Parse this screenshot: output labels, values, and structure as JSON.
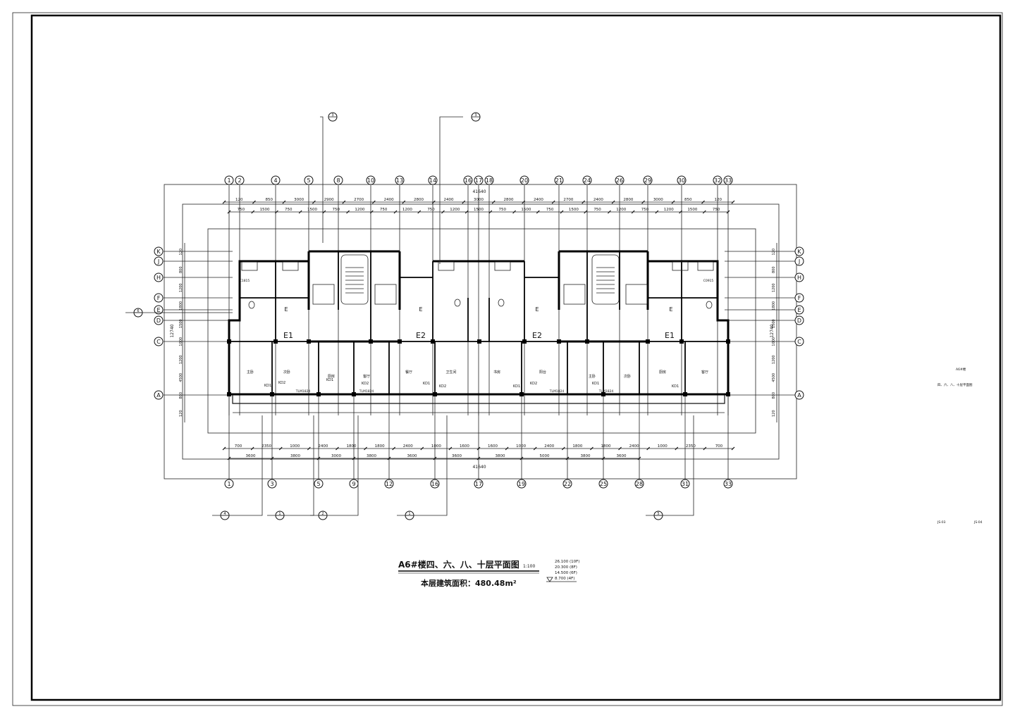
{
  "drawing": {
    "title": "A6#楼四、六、八、十层平面图",
    "scale": "1:100",
    "area_label": "本层建筑面积：480.48m²",
    "elevations": [
      "26.100 (10F)",
      "20.300 (8F)",
      "14.500 (6F)",
      "8.700 (4F)"
    ],
    "overall_width_top": "41640",
    "overall_width_bottom": "41640",
    "title_block_name": "A6#楼",
    "title_block_sheet": "四、六、八、十层平面图",
    "title_block_code": "JS-03",
    "title_block_no": "JS-04"
  },
  "axes": {
    "top": [
      "1",
      "2",
      "4",
      "5",
      "8",
      "10",
      "13",
      "14",
      "16",
      "17",
      "18",
      "20",
      "21",
      "24",
      "26",
      "29",
      "30",
      "32",
      "33"
    ],
    "bottom": [
      "1",
      "3",
      "5",
      "9",
      "12",
      "16",
      "17",
      "19",
      "22",
      "25",
      "28",
      "31",
      "33"
    ],
    "rows": [
      "K",
      "J",
      "H",
      "F",
      "E",
      "D",
      "C",
      "A"
    ]
  },
  "dims": {
    "top_row1": [
      "120",
      "850",
      "3000",
      "2900",
      "2700",
      "2400",
      "2800",
      "2400",
      "3000",
      "2800",
      "2400",
      "2700",
      "2400",
      "2800",
      "3000",
      "850",
      "120"
    ],
    "top_row2": [
      "750",
      "1500",
      "750",
      "1500",
      "750",
      "1200",
      "750",
      "1200",
      "750",
      "1200",
      "1500",
      "750",
      "1500",
      "750",
      "1500",
      "750",
      "1200",
      "750",
      "1200",
      "1500",
      "750"
    ],
    "bottom_row1": [
      "700",
      "2350",
      "1000",
      "2400",
      "1800",
      "1800",
      "2400",
      "1000",
      "1600",
      "1600",
      "1000",
      "2400",
      "1800",
      "1800",
      "2400",
      "1000",
      "2350",
      "700"
    ],
    "bottom_row2": [
      "3600",
      "3800",
      "3000",
      "3800",
      "3600",
      "3600",
      "3800",
      "5000",
      "3800",
      "3600"
    ],
    "left": [
      "120",
      "800",
      "1200",
      "1800",
      "1500",
      "1000",
      "1200",
      "4500",
      "800",
      "120"
    ],
    "left_total": "12740",
    "right_total": "12740"
  },
  "rooms": {
    "units": [
      "E1",
      "E2",
      "E2",
      "E1"
    ],
    "unit_marks": [
      "E",
      "E",
      "E",
      "E",
      "E",
      "E"
    ],
    "labels": [
      "主卧",
      "次卧",
      "厨房",
      "客厅",
      "餐厅",
      "卫生间",
      "书房",
      "阳台"
    ],
    "doors": [
      "KD1",
      "KD2",
      "KD1",
      "KD2",
      "KD1",
      "KD2",
      "KD1",
      "KD2",
      "KD1",
      "KD1"
    ],
    "windows": [
      "C1815",
      "C0915",
      "TLM1824",
      "TLM1824",
      "TLM1824",
      "TLM1824"
    ]
  },
  "callouts": {
    "top": [
      "3",
      "3"
    ],
    "bottom": [
      "4",
      "1",
      "2",
      "1",
      "5"
    ],
    "left": [
      "6"
    ]
  }
}
